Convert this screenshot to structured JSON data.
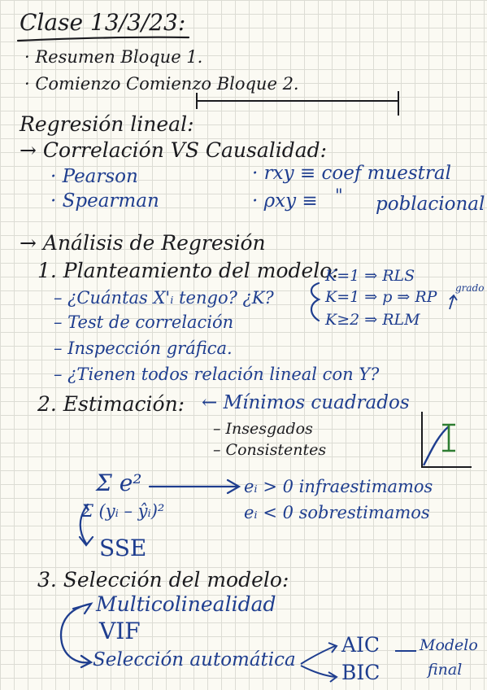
{
  "header": {
    "title": "Clase 13/3/23:",
    "bullets": [
      "· Resumen Bloque 1.",
      "· Comienzo Comienzo Bloque 2."
    ]
  },
  "sections": {
    "regresion_lineal": "Regresión lineal:",
    "correlacion": "→ Correlación VS Causalidad:",
    "pearson": "· Pearson",
    "spearman": "· Spearman",
    "rxy": "· rxy ≡ coef muestral",
    "pxy": "· ρxy ≡",
    "ditto": "\"",
    "poblacional": "poblacional",
    "analisis": "→ Análisis de Regresión",
    "planteamiento": "1. Planteamiento del modelo:",
    "cuantas": "– ¿Cuántas X'ᵢ tengo? ¿K?",
    "test": "– Test de correlación",
    "inspeccion": "– Inspección gráfica.",
    "tienen": "– ¿Tienen todos relación lineal con Y?",
    "k1": "K=1 ⇒ RLS",
    "k1p": "K=1 ⇒ p ⇒ RP",
    "grado": "grado",
    "k2": "K≥2 ⇒ RLM",
    "estimacion": "2. Estimación:",
    "minimos": "← Mínimos cuadrados",
    "insesgados": "– Insesgados",
    "consistentes": "– Consistentes",
    "sum_e2": "Σ e²",
    "sum_formula": "Σ (yᵢ – ŷᵢ)²",
    "ei_pos": "eᵢ > 0 infraestimamos",
    "ei_neg": "eᵢ < 0 sobrestimamos",
    "sse": "SSE",
    "seleccion": "3. Selección del modelo:",
    "multicolinealidad": "Multicolinealidad",
    "vif": "VIF",
    "seleccion_auto": "Selección automática",
    "aic": "AIC",
    "bic": "BIC",
    "modelo": "Modelo",
    "final": "final"
  },
  "colors": {
    "ink": "#1b1b1f",
    "blue": "#1f3e8f",
    "green": "#2e7d32",
    "paper": "#fbfaf3"
  }
}
